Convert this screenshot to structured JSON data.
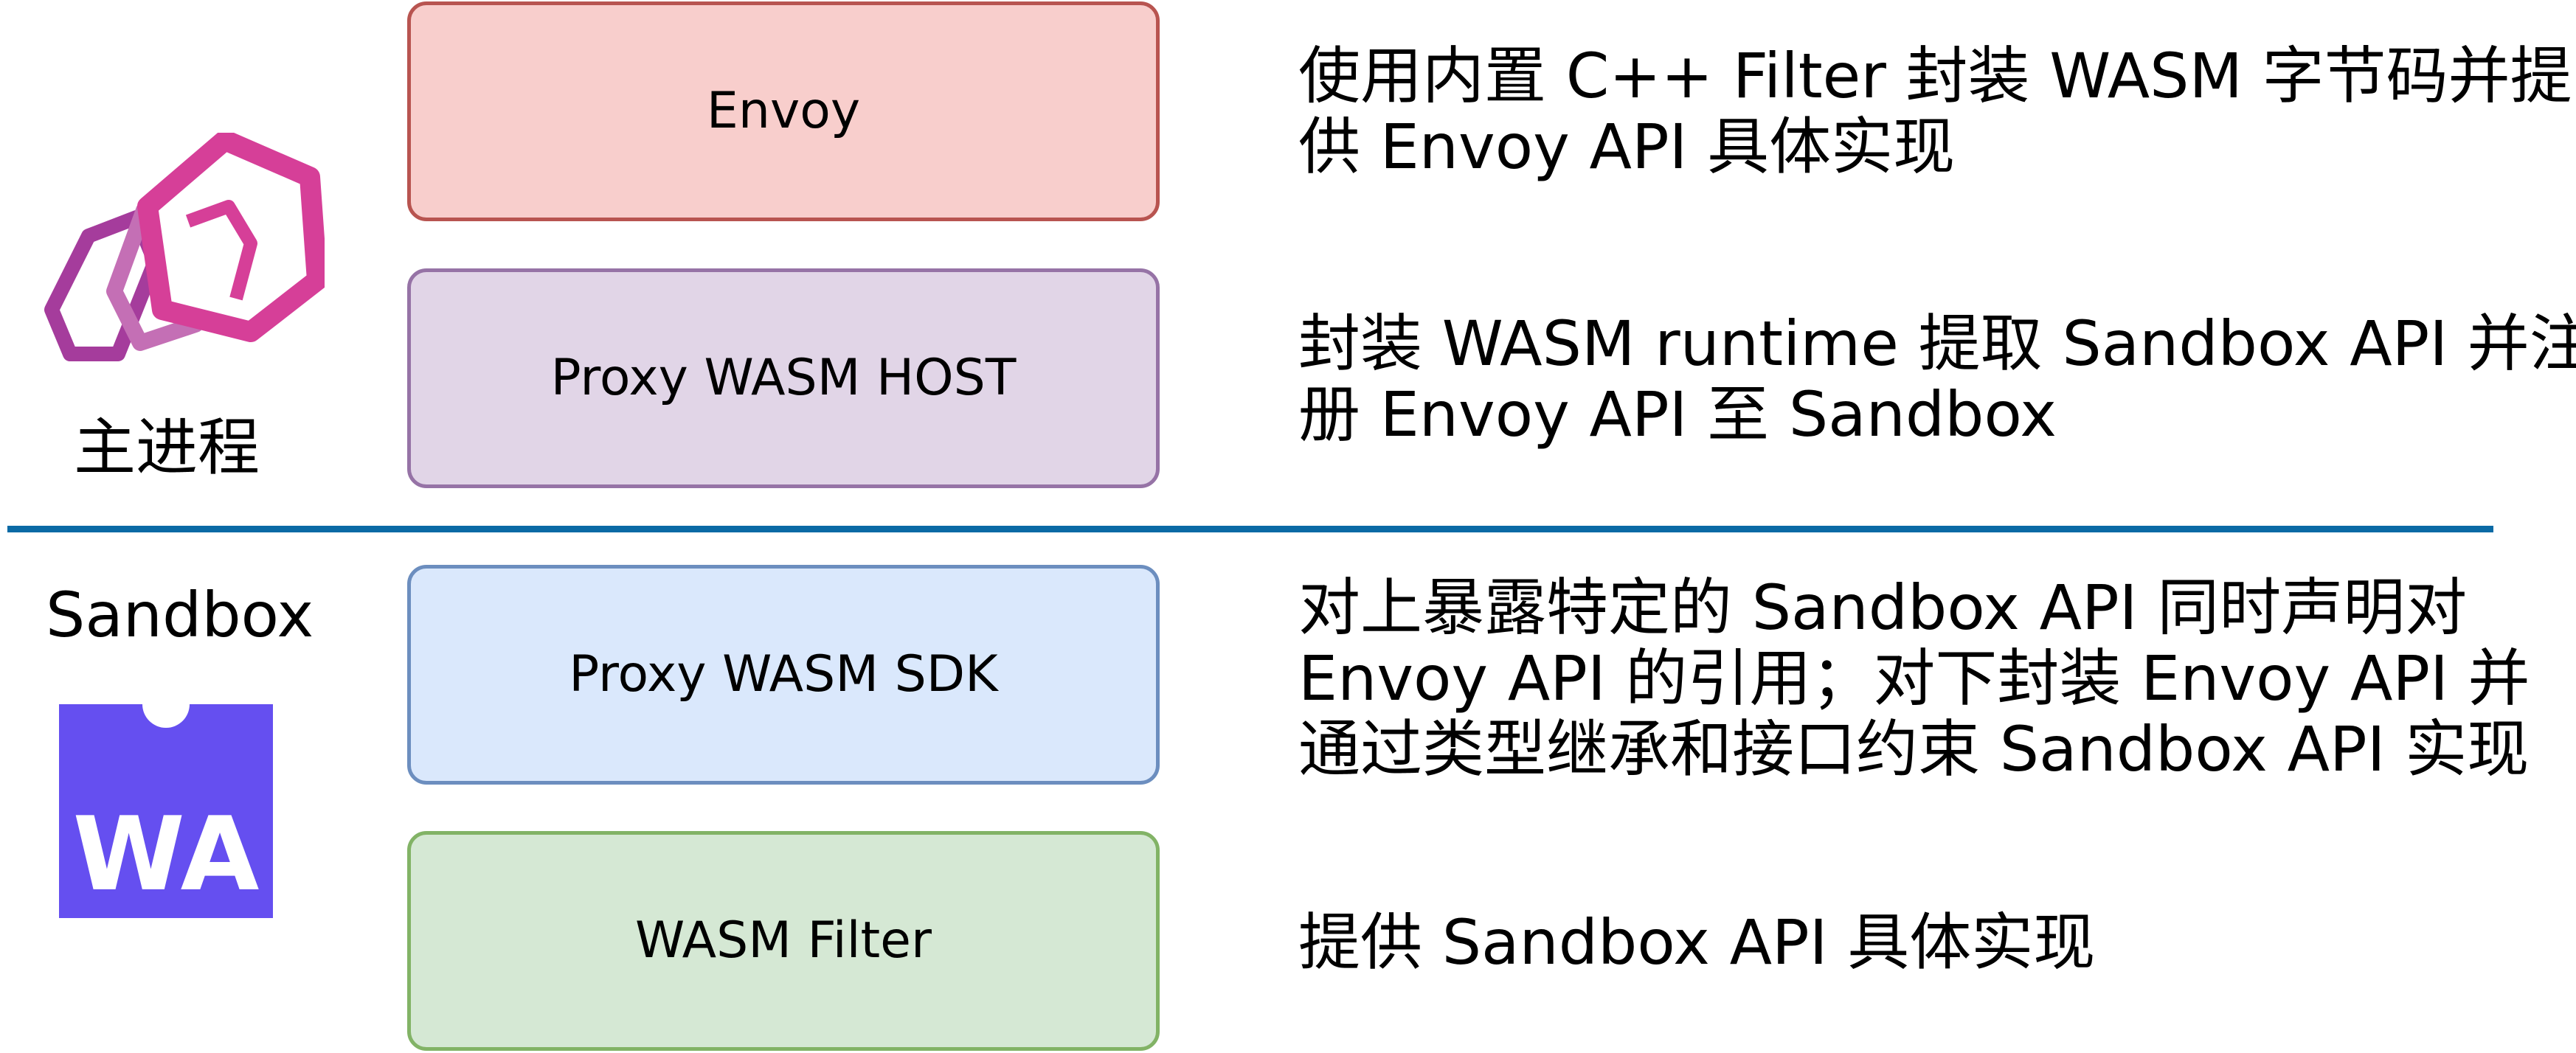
{
  "colors": {
    "divider": "#0a6aa5",
    "envoy_logo_primary": "#d63f98",
    "envoy_logo_secondary": "#a53c9c",
    "envoy_logo_light": "#c46fb5",
    "wa_logo_bg": "#654ff0",
    "wa_logo_text": "#ffffff"
  },
  "left_labels": {
    "host_process": "主进程",
    "sandbox": "Sandbox",
    "wa_logo_text": "WA"
  },
  "icons": {
    "envoy_logo": "envoy-logo-icon",
    "webassembly_logo": "webassembly-logo-icon"
  },
  "layers": [
    {
      "label": "Envoy",
      "fill": "#f8cecc",
      "border": "#b85450",
      "description_lines": [
        "使用内置 C++ Filter 封装 WASM 字节码并提",
        "供 Envoy API 具体实现"
      ]
    },
    {
      "label": "Proxy WASM HOST",
      "fill": "#e1d5e7",
      "border": "#9673a6",
      "description_lines": [
        "封装 WASM runtime 提取 Sandbox API 并注",
        "册 Envoy API 至 Sandbox"
      ]
    },
    {
      "label": "Proxy WASM SDK",
      "fill": "#dae8fc",
      "border": "#6c8ebf",
      "description_lines": [
        "对上暴露特定的 Sandbox API 同时声明对",
        "Envoy API 的引用；对下封装 Envoy API 并",
        "通过类型继承和接口约束 Sandbox API 实现"
      ]
    },
    {
      "label": "WASM Filter",
      "fill": "#d5e8d4",
      "border": "#82b366",
      "description_lines": [
        "提供 Sandbox API 具体实现"
      ]
    }
  ]
}
